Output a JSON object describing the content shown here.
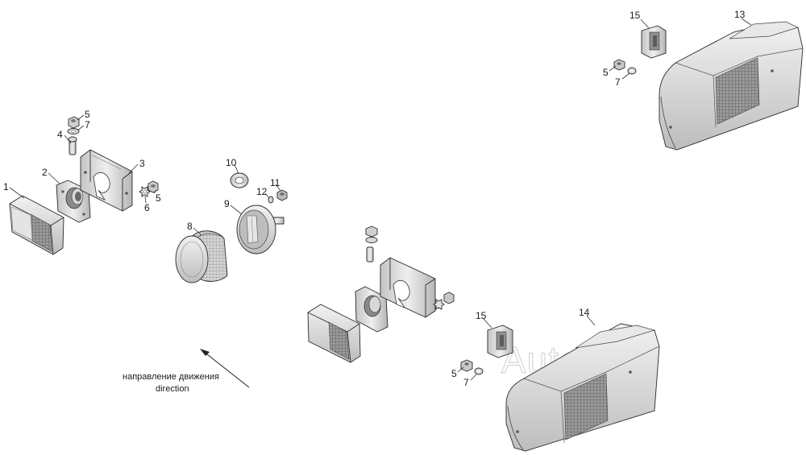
{
  "callouts": {
    "c1": "1",
    "c2": "2",
    "c3": "3",
    "c4": "4",
    "c5a": "5",
    "c7a": "7",
    "c5b": "5",
    "c6": "6",
    "c8": "8",
    "c9": "9",
    "c10": "10",
    "c11": "11",
    "c12": "12",
    "c13": "13",
    "c15a": "15",
    "c5c": "5",
    "c7b": "7",
    "c14": "14",
    "c15b": "15",
    "c5d": "5",
    "c7c": "7"
  },
  "caption": {
    "line1": "направление   движения",
    "line2": "direction"
  },
  "watermark": "AutoSoft"
}
